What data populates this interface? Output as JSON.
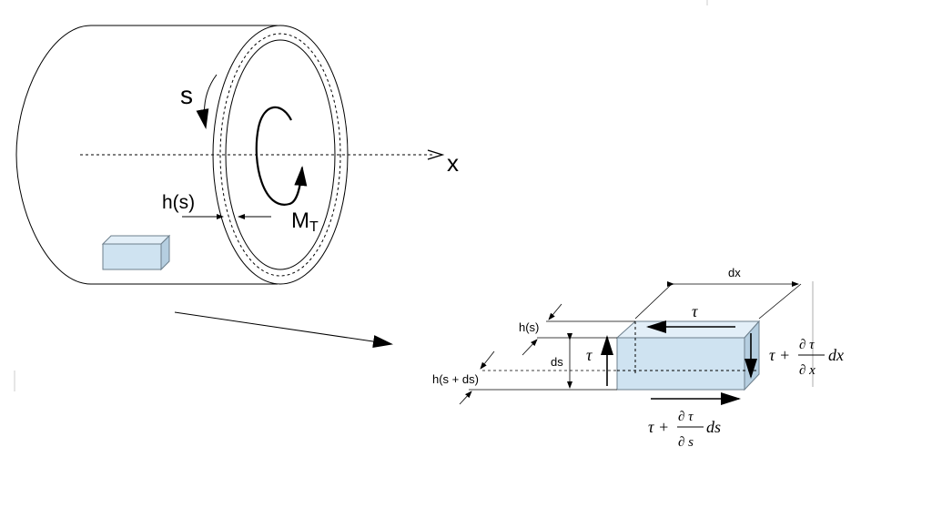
{
  "labels": {
    "s": "s",
    "x": "x",
    "h_s_top": "h(s)",
    "moment_main": "M",
    "moment_sub": "T",
    "dx": "dx",
    "h_s_small": "h(s)",
    "ds": "ds",
    "h_s_ds": "h(s + ds)",
    "tau_top": "τ",
    "tau_left": "τ"
  },
  "formulas": {
    "right": {
      "lead": "τ +",
      "num": "∂ τ",
      "den": "∂ x",
      "tail": "dx"
    },
    "bottom": {
      "lead": "τ +",
      "num": "∂ τ",
      "den": "∂ s",
      "tail": "ds"
    }
  },
  "colors": {
    "element_fill": "#cfe3f1",
    "element_side": "#b5cee0",
    "element_top": "#e3eff8",
    "stroke": "#000000"
  }
}
